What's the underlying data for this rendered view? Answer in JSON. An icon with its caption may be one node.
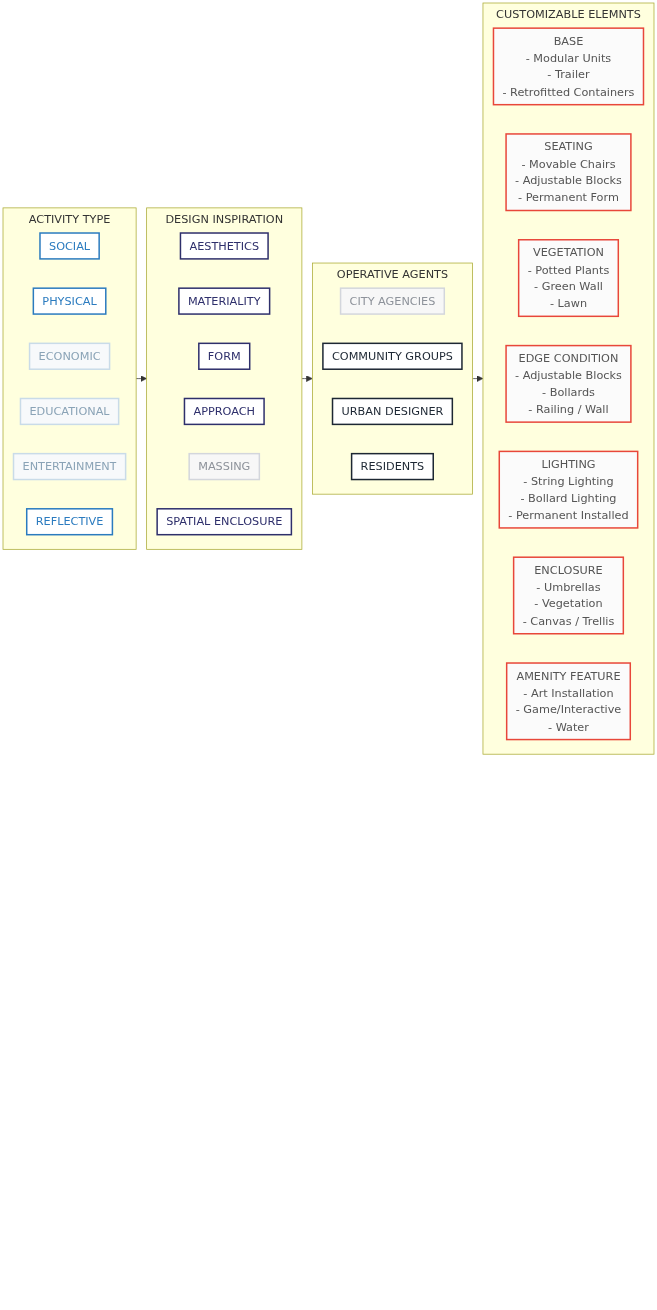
{
  "diagram": {
    "nodes": [
      {
        "text": [
          "ACTIVITY TYPE"
        ]
      },
      {
        "text": [
          "SOCIAL"
        ],
        "in": 0
      },
      {
        "text": [
          "PHYSICAL"
        ],
        "in": 0
      },
      {
        "text": [
          "ECONOMIC"
        ],
        "in": 0
      },
      {
        "text": [
          "EDUCATIONAL"
        ],
        "in": 0
      },
      {
        "text": [
          "ENTERTAINMENT"
        ],
        "in": 0
      },
      {
        "text": [
          "REFLECTIVE"
        ],
        "in": 0
      },
      {
        "text": [
          "DESIGN INSPIRATION"
        ]
      },
      {
        "text": [
          "AESTHETICS"
        ],
        "in": 7
      },
      {
        "text": [
          "MATERIALITY"
        ],
        "in": 7
      },
      {
        "text": [
          "FORM"
        ],
        "in": 7
      },
      {
        "text": [
          "APPROACH"
        ],
        "in": 7
      },
      {
        "text": [
          "MASSING"
        ],
        "in": 7
      },
      {
        "text": [
          "SPATIAL ENCLOSURE"
        ],
        "in": 7
      },
      {
        "text": [
          "OPERATIVE AGENTS"
        ]
      },
      {
        "text": [
          "CITY AGENCIES"
        ],
        "in": 14
      },
      {
        "text": [
          "COMMUNITY GROUPS"
        ],
        "in": 14
      },
      {
        "text": [
          "URBAN DESIGNER"
        ],
        "in": 14
      },
      {
        "text": [
          "RESIDENTS"
        ],
        "in": 14
      },
      {
        "text": [
          "CUSTOMIZABLE ELEMNTS"
        ]
      },
      {
        "text": [
          "BASE",
          "- Modular Units",
          "- Trailer",
          "- Retrofitted Containers"
        ],
        "in": 19
      },
      {
        "text": [
          "SEATING",
          "- Movable Chairs",
          "- Adjustable Blocks",
          "- Permanent Form"
        ],
        "in": 19
      },
      {
        "text": [
          "VEGETATION",
          "- Potted Plants",
          "- Green Wall",
          "- Lawn"
        ],
        "in": 19
      },
      {
        "text": [
          "EDGE CONDITION",
          "- Adjustable Blocks",
          "- Bollards",
          "- Railing / Wall"
        ],
        "in": 19
      },
      {
        "text": [
          "LIGHTING",
          "- String Lighting",
          "- Bollard Lighting",
          "- Permanent Installed"
        ],
        "in": 19
      },
      {
        "text": [
          "ENCLOSURE",
          "- Umbrellas",
          "- Vegetation",
          "- Canvas / Trellis"
        ],
        "in": 19
      },
      {
        "text": [
          "AMENITY FEATURE",
          "- Art Installation",
          "- Game/Interactive",
          "- Water"
        ],
        "in": 19
      }
    ],
    "edges": [
      {
        "from": 0,
        "to": 7,
        "arrow": "to"
      },
      {
        "from": 7,
        "to": 14,
        "arrow": "to"
      },
      {
        "from": 14,
        "to": 19,
        "arrow": "to"
      }
    ]
  }
}
